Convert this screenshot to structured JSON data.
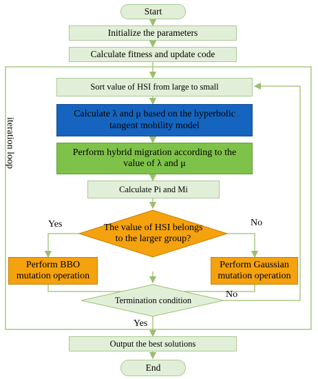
{
  "nodes": {
    "start": "Start",
    "init": "Initialize  the  parameters",
    "calc_fitness": "Calculate  fitness and  update code",
    "sort": "Sort  value  of  HSI  from  large  to  small",
    "calc_lambda_line1": "Calculate  λ  and  μ  based  on  the  hyperbolic",
    "calc_lambda_line2": "tangent  mobility  model",
    "migration_line1": "Perform  hybrid  migration  according  to  the",
    "migration_line2": "value  of  λ  and  μ",
    "calc_pi_mi": "Calculate   Pi   and   Mi",
    "decision_line1": "The  value  of  HSI  belongs",
    "decision_line2": "to  the  larger  group?",
    "bbo_line1": "Perform   BBO",
    "bbo_line2": "mutation  operation",
    "gauss_line1": "Perform  Gaussian",
    "gauss_line2": "mutation  operation",
    "termination": "Termination  condition",
    "output": "Output  the  best  solutions",
    "end": "End"
  },
  "edge_labels": {
    "yes_left": "Yes",
    "no_right": "No",
    "no_loop": "No",
    "yes_down": "Yes"
  },
  "loop_label": "iteration  loop"
}
